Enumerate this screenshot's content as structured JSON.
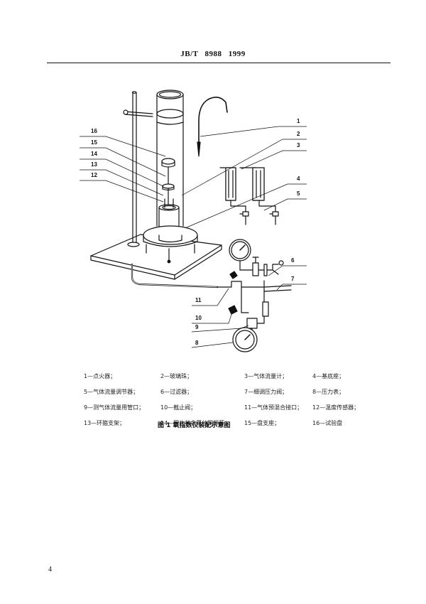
{
  "header": {
    "standard_code": "JB/T  8988   1999"
  },
  "figure": {
    "callouts": [
      "1",
      "2",
      "3",
      "4",
      "5",
      "6",
      "7",
      "8",
      "9",
      "10",
      "11",
      "12",
      "13",
      "14",
      "15",
      "16"
    ],
    "legend_rows": [
      [
        "1—点火器；",
        "2—玻璃珠；",
        "3—气体流量计；",
        "4—基底座；"
      ],
      [
        "5—气体流量调节器；",
        "6—过滤器；",
        "7—细调压力阀；",
        "8—压力表；"
      ],
      [
        "9—测气体流量用管口；",
        "10—截止阀；",
        "11—气体预混合接口；",
        "12—温度传感器；"
      ],
      [
        "13—环箍支架；",
        "14—圆片状金属丝网屏蔽；",
        "15—盘支座；",
        "16—试验盘"
      ]
    ],
    "caption": "图 1   氧指数仪装配示意图"
  },
  "page_number": "4"
}
